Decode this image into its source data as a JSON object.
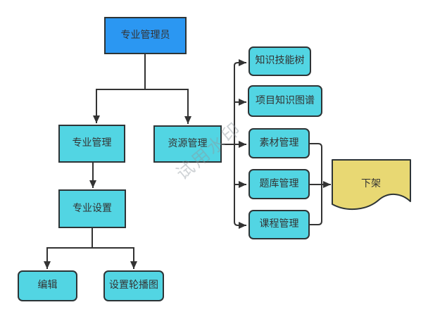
{
  "diagram": {
    "watermark": "试用水印",
    "nodes": {
      "root": "专业管理员",
      "major_mgmt": "专业管理",
      "resource_mgmt": "资源管理",
      "major_settings": "专业设置",
      "edit": "编辑",
      "set_carousel": "设置轮播图",
      "skill_tree": "知识技能树",
      "project_knowledge_graph": "项目知识图谱",
      "material_mgmt": "素材管理",
      "question_bank_mgmt": "题库管理",
      "course_mgmt": "课程管理",
      "take_down": "下架"
    },
    "colors": {
      "root_fill": "#2b97f2",
      "process_fill": "#52d5e3",
      "document_fill": "#e8d873",
      "border": "#2d3436",
      "connector": "#333333",
      "text": "#333333",
      "watermark": "#8f989e"
    }
  }
}
